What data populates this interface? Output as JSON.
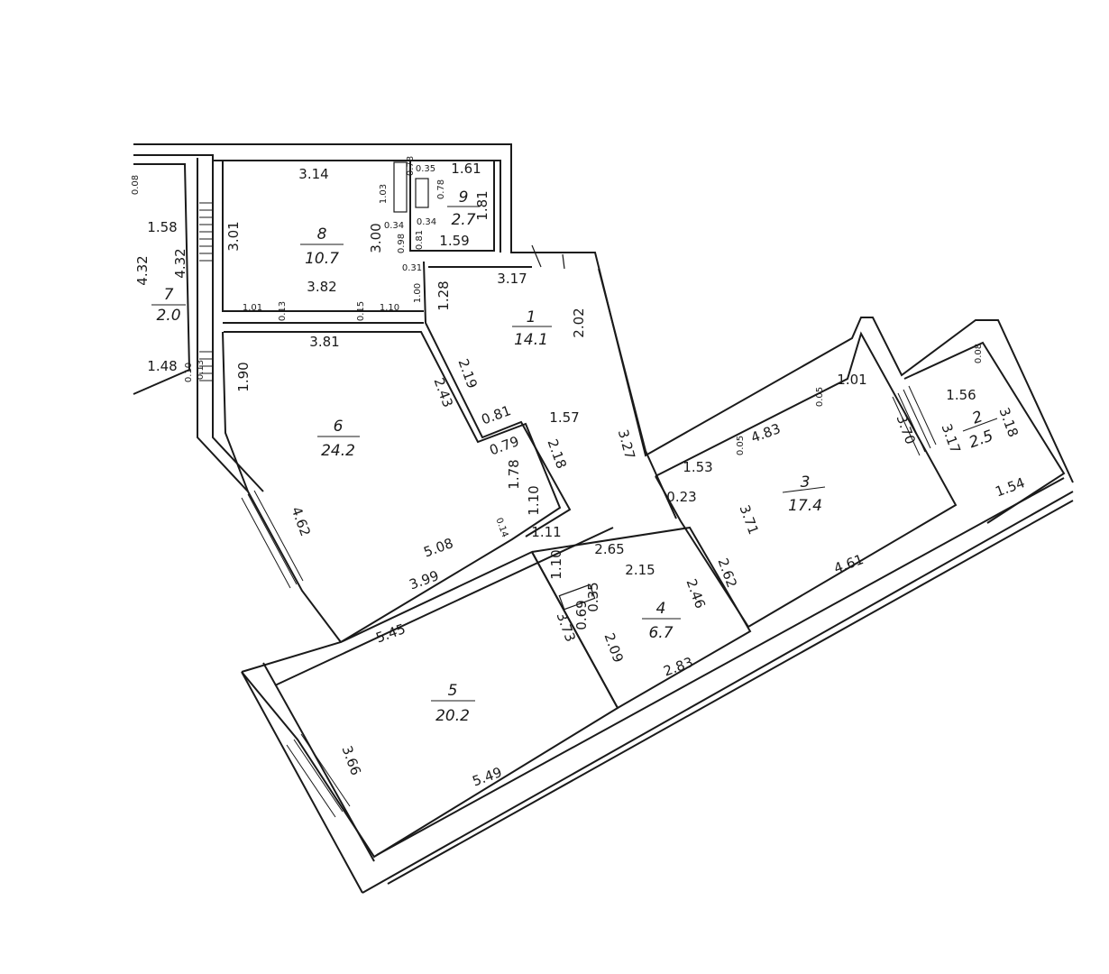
{
  "rooms": [
    {
      "id": "1",
      "number": "1",
      "area": "14.1"
    },
    {
      "id": "2",
      "number": "2",
      "area": "2.5"
    },
    {
      "id": "3",
      "number": "3",
      "area": "17.4"
    },
    {
      "id": "4",
      "number": "4",
      "area": "6.7"
    },
    {
      "id": "5",
      "number": "5",
      "area": "20.2"
    },
    {
      "id": "6",
      "number": "6",
      "area": "24.2"
    },
    {
      "id": "7",
      "number": "7",
      "area": "2.0"
    },
    {
      "id": "8",
      "number": "8",
      "area": "10.7"
    },
    {
      "id": "9",
      "number": "9",
      "area": "2.7"
    }
  ],
  "dimensions": {
    "r8_top": "3.14",
    "r8_left": "3.01",
    "r8_right": "3.00",
    "r8_bottom": "3.82",
    "r8_a": "1.03",
    "r8_b": "0.34",
    "r8_c": "0.98",
    "r8_d": "0.31",
    "r8_e": "1.00",
    "r8_f": "1.01",
    "r8_g": "0.13",
    "r8_h": "0.15",
    "r8_i": "1.10",
    "r9_top": "1.61",
    "r9_right": "1.81",
    "r9_bottom": "1.59",
    "r9_a": "0.35",
    "r9_b": "0.78",
    "r9_c": "0.34",
    "r9_d": "0.81",
    "r9_e": "0.78",
    "r7_left": "4.32",
    "r7_right": "4.32",
    "r7_top": "1.58",
    "r7_bottom": "1.48",
    "r7_a": "0.08",
    "r7_b": "0.10",
    "r7_c": "0.13",
    "r1_top": "3.17",
    "r1_left": "1.28",
    "r1_right": "2.02",
    "r1_mid": "1.57",
    "r1_a": "2.19",
    "r1_b": "3.27",
    "r6_top": "3.81",
    "r6_left": "1.90",
    "r6_diag": "2.43",
    "r6_wall": "4.62",
    "r6_bottom": "5.08",
    "r6_b2": "3.99",
    "r6_a": "0.81",
    "r6_b": "0.79",
    "r6_c": "1.78",
    "r6_d": "2.18",
    "r6_e": "1.10",
    "r6_f": "0.14",
    "c_a": "1.11",
    "c_b": "1.10",
    "c_c": "2.65",
    "r3_top": "4.83",
    "r3_a": "1.53",
    "r3_b": "0.05",
    "r3_c": "0.05",
    "r3_d": "1.01",
    "r3_right": "3.70",
    "r3_mid": "3.71",
    "r3_bottom": "4.61",
    "r3_left": "0.23",
    "r3_e": "2.62",
    "r2_top": "1.56",
    "r2_right": "3.18",
    "r2_left": "3.17",
    "r2_bottom": "1.54",
    "r2_a": "0.08",
    "r4_top": "2.15",
    "r4_a": "0.35",
    "r4_b": "0.69",
    "r4_right": "2.46",
    "r4_bottom": "2.83",
    "r4_left": "2.09",
    "r5_top": "5.45",
    "r5_right": "3.73",
    "r5_left": "3.66",
    "r5_bottom": "5.49"
  }
}
